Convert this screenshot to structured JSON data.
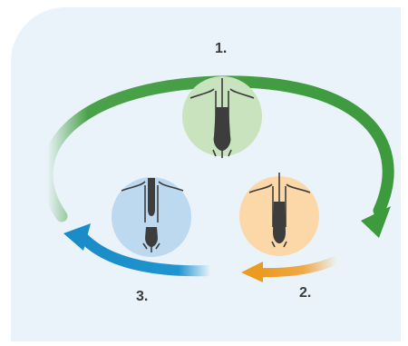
{
  "labels": {
    "phase1": "1.",
    "phase2": "2.",
    "phase3": "3."
  },
  "colors": {
    "background": "#eaf3f9",
    "green_arrow": "#4aa14a",
    "orange_arrow": "#f0a030",
    "blue_arrow": "#1f95d0",
    "circle_green": "#c9e3be",
    "circle_orange": "#fcd8a8",
    "circle_blue": "#bcd9f0",
    "follicle": "#3d3d3d"
  },
  "icons": {
    "phase1": "hair-follicle-icon",
    "phase2": "hair-follicle-icon",
    "phase3": "hair-follicle-icon"
  }
}
